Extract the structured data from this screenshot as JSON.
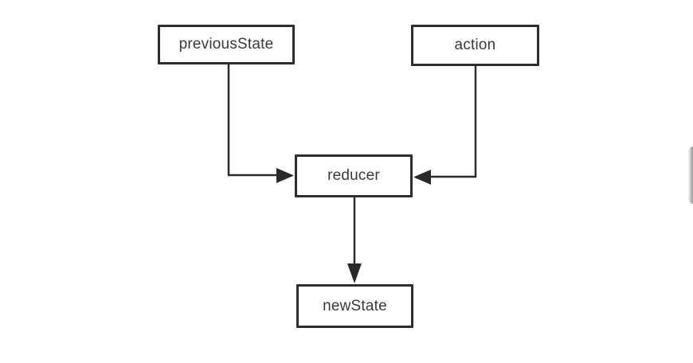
{
  "diagram": {
    "type": "flowchart",
    "nodes": {
      "previousState": {
        "label": "previousState"
      },
      "action": {
        "label": "action"
      },
      "reducer": {
        "label": "reducer"
      },
      "newState": {
        "label": "newState"
      }
    },
    "edges": [
      {
        "from": "previousState",
        "to": "reducer",
        "style": "elbow-down-right",
        "arrowhead": "into-left-side-of-reducer"
      },
      {
        "from": "action",
        "to": "reducer",
        "style": "elbow-down-left",
        "arrowhead": "into-right-side-of-reducer"
      },
      {
        "from": "reducer",
        "to": "newState",
        "style": "straight-down",
        "arrowhead": "into-top-of-newState"
      }
    ],
    "colors": {
      "line": "#2a2a2a",
      "box_border": "#2e2e2e",
      "text": "#3a3a3a",
      "background": "#ffffff",
      "scrollbar": "#9a9a9a"
    }
  }
}
